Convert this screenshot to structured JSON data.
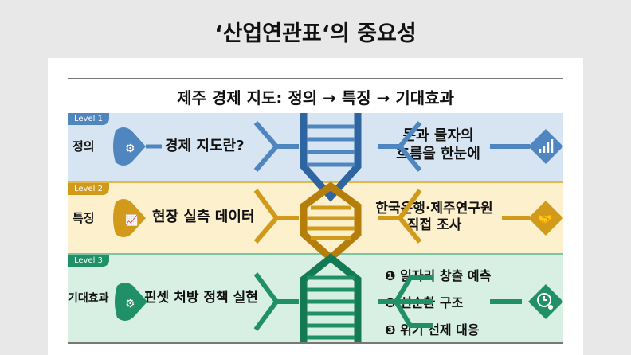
{
  "slide_title": "‘산업연관표‘의 중요성",
  "diagram": {
    "title": "제주 경제 지도: 정의 → 특징 → 기대효과",
    "levels": [
      {
        "badge": "Level 1",
        "label": "정의",
        "left_text": "경제 지도란?",
        "right_text_lines": [
          "돈과 물자의",
          "흐름을 한눈에"
        ],
        "color": "#4f86bf",
        "bg": "#d7e5f3",
        "right_icon": "bar-chart-icon"
      },
      {
        "badge": "Level 2",
        "label": "특징",
        "left_text": "현장 실측 데이터",
        "right_text_lines": [
          "한국은행·제주연구원",
          "직접 조사"
        ],
        "color": "#d19a1a",
        "bg": "#fdf0cc",
        "right_icon": "handshake-icon"
      },
      {
        "badge": "Level 3",
        "label": "기대효과",
        "left_text": "핀셋 처방 정책 실현",
        "right_items": [
          "❶ 일자리 창출 예측",
          "❷ 선순환 구조",
          "❸ 위기 선제 대응"
        ],
        "color": "#1f9067",
        "bg": "#d8efe4",
        "right_icon": "clock-gear-icon"
      }
    ]
  }
}
